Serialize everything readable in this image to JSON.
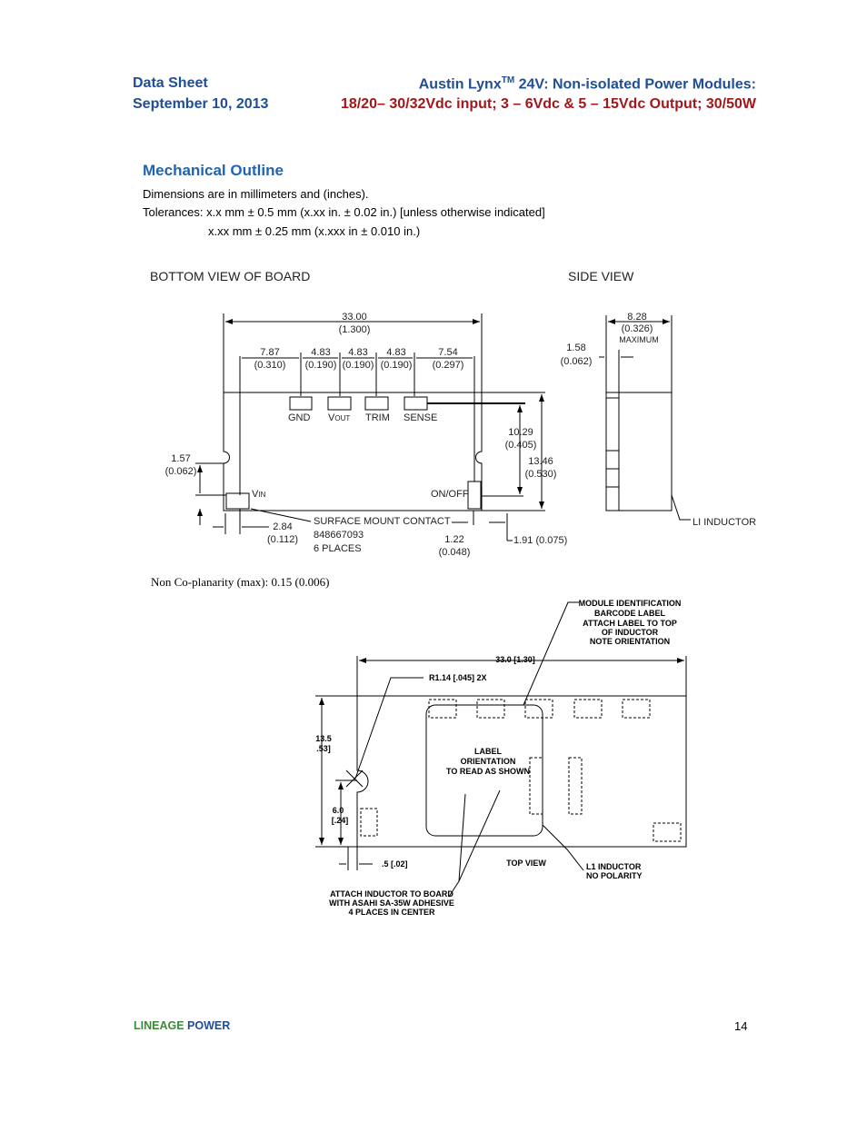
{
  "header": {
    "left_line1": "Data Sheet",
    "left_line2": "September 10, 2013",
    "right_line1_pre": "Austin Lynx",
    "right_line1_tm": "TM",
    "right_line1_post": " 24V: Non-isolated Power Modules:",
    "right_line2": "18/20– 30/32Vdc input; 3 – 6Vdc & 5 – 15Vdc Output; 30/50W"
  },
  "section": {
    "title": "Mechanical Outline",
    "dims_note": "Dimensions are in millimeters and (inches).",
    "tol_line1": "Tolerances: x.x mm ± 0.5 mm (x.xx in. ± 0.02 in.) [unless otherwise indicated]",
    "tol_line2": "x.xx mm ± 0.25 mm (x.xxx in ± 0.010 in.)"
  },
  "drawing1": {
    "bottom_view_label": "BOTTOM VIEW OF BOARD",
    "side_view_label": "SIDE VIEW",
    "overall_mm": "33.00",
    "overall_in": "(1.300)",
    "d1_mm": "7.87",
    "d1_in": "(0.310)",
    "d2_mm": "4.83",
    "d2_in": "(0.190)",
    "d3_mm": "4.83",
    "d3_in": "(0.190)",
    "d4_mm": "4.83",
    "d4_in": "(0.190)",
    "d5_mm": "7.54",
    "d5_in": "(0.297)",
    "pin_gnd": "GND",
    "pin_vout_main": "V",
    "pin_vout_sub": "OUT",
    "pin_trim": "TRIM",
    "pin_sense": "SENSE",
    "h1_mm": "10.29",
    "h1_in": "(0.405)",
    "h2_mm": "13.46",
    "h2_in": "(0.530)",
    "notch_mm": "1.57",
    "notch_in": "(0.062)",
    "pin_vin_main": "V",
    "pin_vin_sub": "IN",
    "pin_onoff": "ON/OFF",
    "smc_line1": "SURFACE MOUNT CONTACT",
    "smc_line2": "848667093",
    "smc_line3": "6 PLACES",
    "p_mm": "2.84",
    "p_in": "(0.112)",
    "w_mm": "1.22",
    "w_in": "(0.048)",
    "edge_dim": "1.91 (0.075)",
    "side_top_mm": "8.28",
    "side_top_in": "(0.326)",
    "side_top_note": "MAXIMUM",
    "side_left_mm": "1.58",
    "side_left_in": "(0.062)",
    "inductor_label": "LI INDUCTOR"
  },
  "coplanarity": "Non Co-planarity (max):  0.15 (0.006)",
  "drawing2": {
    "mod_id_1": "MODULE IDENTIFICATION",
    "mod_id_2": "BARCODE LABEL",
    "mod_id_3": "ATTACH LABEL TO TOP",
    "mod_id_4": "OF INDUCTOR",
    "mod_id_5": "NOTE ORIENTATION",
    "width_dim": "33.0  [1.30]",
    "radius": "R1.14  [.045] 2X",
    "h_mm": "13.5",
    "h_in": ".53]",
    "h2_mm": "6.0",
    "h2_in": "[.24]",
    "gap": ".5  [.02]",
    "label_1": "LABEL",
    "label_2": "ORIENTATION",
    "label_3": "TO READ AS SHOWN",
    "top_view": "TOP VIEW",
    "l1_1": "L1 INDUCTOR",
    "l1_2": "NO POLARITY",
    "attach_1": "ATTACH INDUCTOR TO BOARD",
    "attach_2": "WITH ASAHI SA-35W ADHESIVE",
    "attach_3": "4 PLACES IN CENTER"
  },
  "footer": {
    "brand_1": "LINEAGE",
    "brand_2": " POWER",
    "page": "14"
  }
}
